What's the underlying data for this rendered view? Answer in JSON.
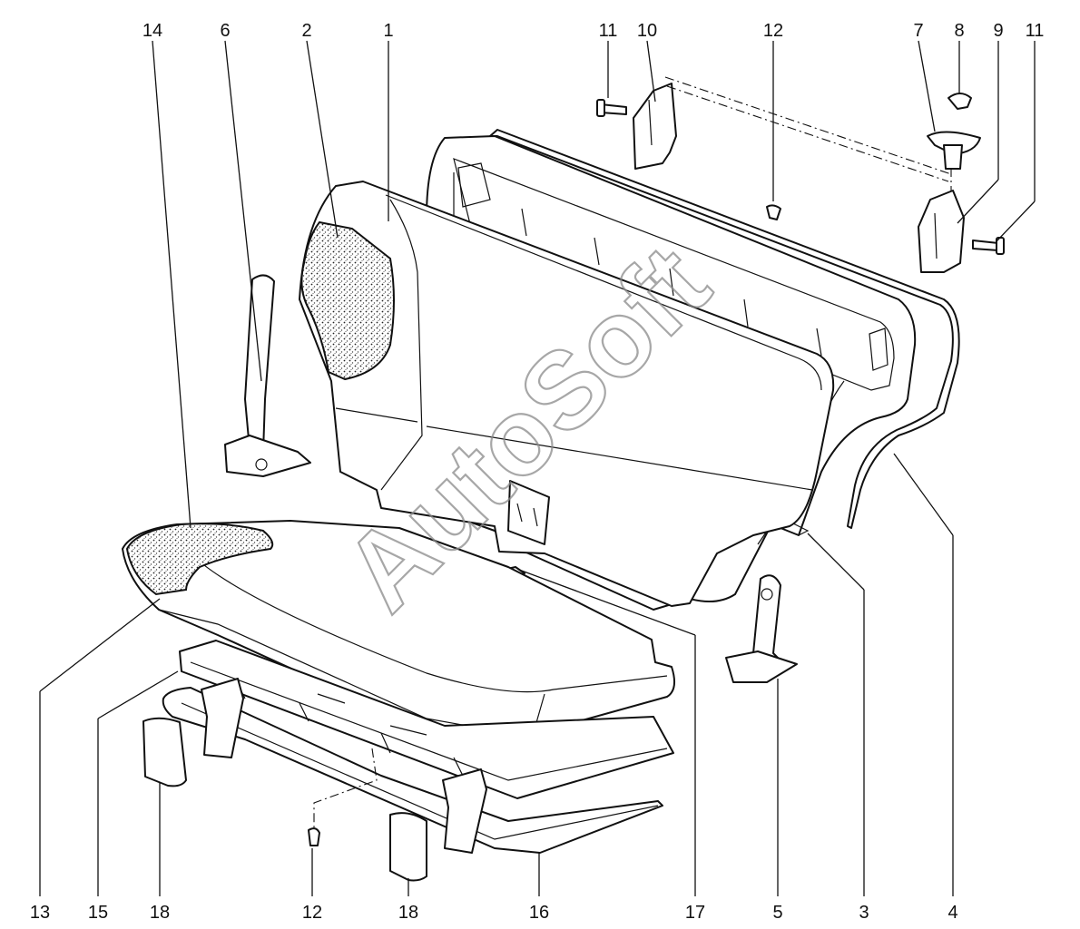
{
  "watermark": "AutoSoft",
  "callouts": [
    {
      "id": "c14a",
      "text": "14"
    },
    {
      "id": "c6",
      "text": "6"
    },
    {
      "id": "c2",
      "text": "2"
    },
    {
      "id": "c1",
      "text": "1"
    },
    {
      "id": "c11a",
      "text": "11"
    },
    {
      "id": "c10",
      "text": "10"
    },
    {
      "id": "c12a",
      "text": "12"
    },
    {
      "id": "c7",
      "text": "7"
    },
    {
      "id": "c8",
      "text": "8"
    },
    {
      "id": "c9",
      "text": "9"
    },
    {
      "id": "c11b",
      "text": "11"
    },
    {
      "id": "c13",
      "text": "13"
    },
    {
      "id": "c15",
      "text": "15"
    },
    {
      "id": "c18a",
      "text": "18"
    },
    {
      "id": "c12b",
      "text": "12"
    },
    {
      "id": "c18b",
      "text": "18"
    },
    {
      "id": "c16",
      "text": "16"
    },
    {
      "id": "c17",
      "text": "17"
    },
    {
      "id": "c5",
      "text": "5"
    },
    {
      "id": "c3",
      "text": "3"
    },
    {
      "id": "c4",
      "text": "4"
    }
  ]
}
